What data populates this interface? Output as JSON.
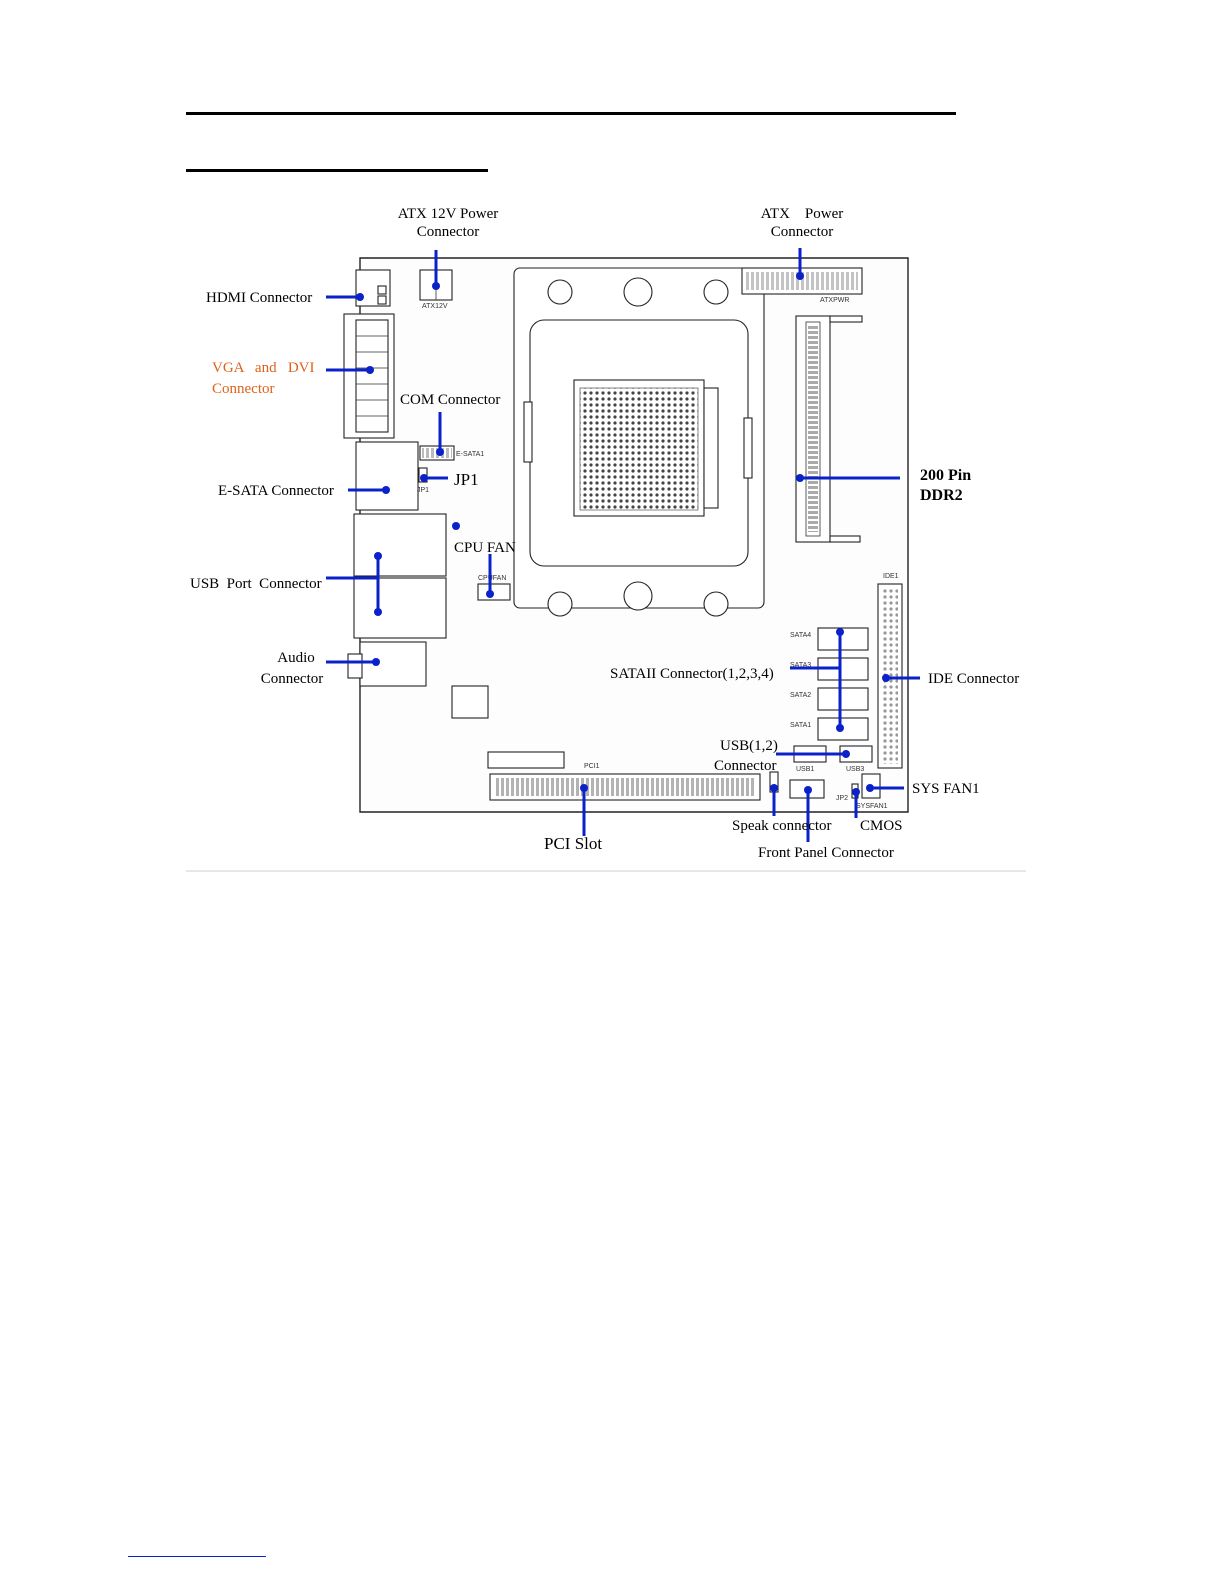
{
  "labels": {
    "atx12v": [
      "ATX 12V Power",
      "Connector"
    ],
    "atxpower": [
      "ATX    Power",
      "Connector"
    ],
    "hdmi": "HDMI Connector",
    "vga_dvi": [
      "VGA   and   DVI",
      "Connector"
    ],
    "com": "COM Connector",
    "esata": "E-SATA Connector",
    "jp1": "JP1",
    "usb_port": "USB  Port  Connector",
    "cpu_fan": "CPU FAN",
    "audio": [
      "Audio",
      "Connector"
    ],
    "ddr2": [
      "200 Pin",
      "DDR2"
    ],
    "sata2": "SATAII Connector(1,2,3,4)",
    "ide": "IDE Connector",
    "usb12": [
      "USB(1,2)",
      "Connector"
    ],
    "sysfan": "SYS FAN1",
    "pci": "PCI Slot",
    "speak": "Speak connector",
    "cmos": "CMOS",
    "front_panel": "Front Panel Connector"
  },
  "silkscreen": {
    "atx12v": "ATX12V",
    "atxpwr": "ATXPWR",
    "esata1": "E-SATA1",
    "jp1": "JP1",
    "cpufan": "CPUFAN",
    "ide1": "IDE1",
    "sata4": "SATA4",
    "sata3": "SATA3",
    "sata2": "SATA2",
    "sata1": "SATA1",
    "usb1": "USB1",
    "usb3": "USB3",
    "pci1": "PCI1",
    "jp2": "JP2",
    "sysfan1": "SYSFAN1"
  },
  "colors": {
    "leader": "#0a22c8",
    "vga_label": "#e0611b"
  }
}
